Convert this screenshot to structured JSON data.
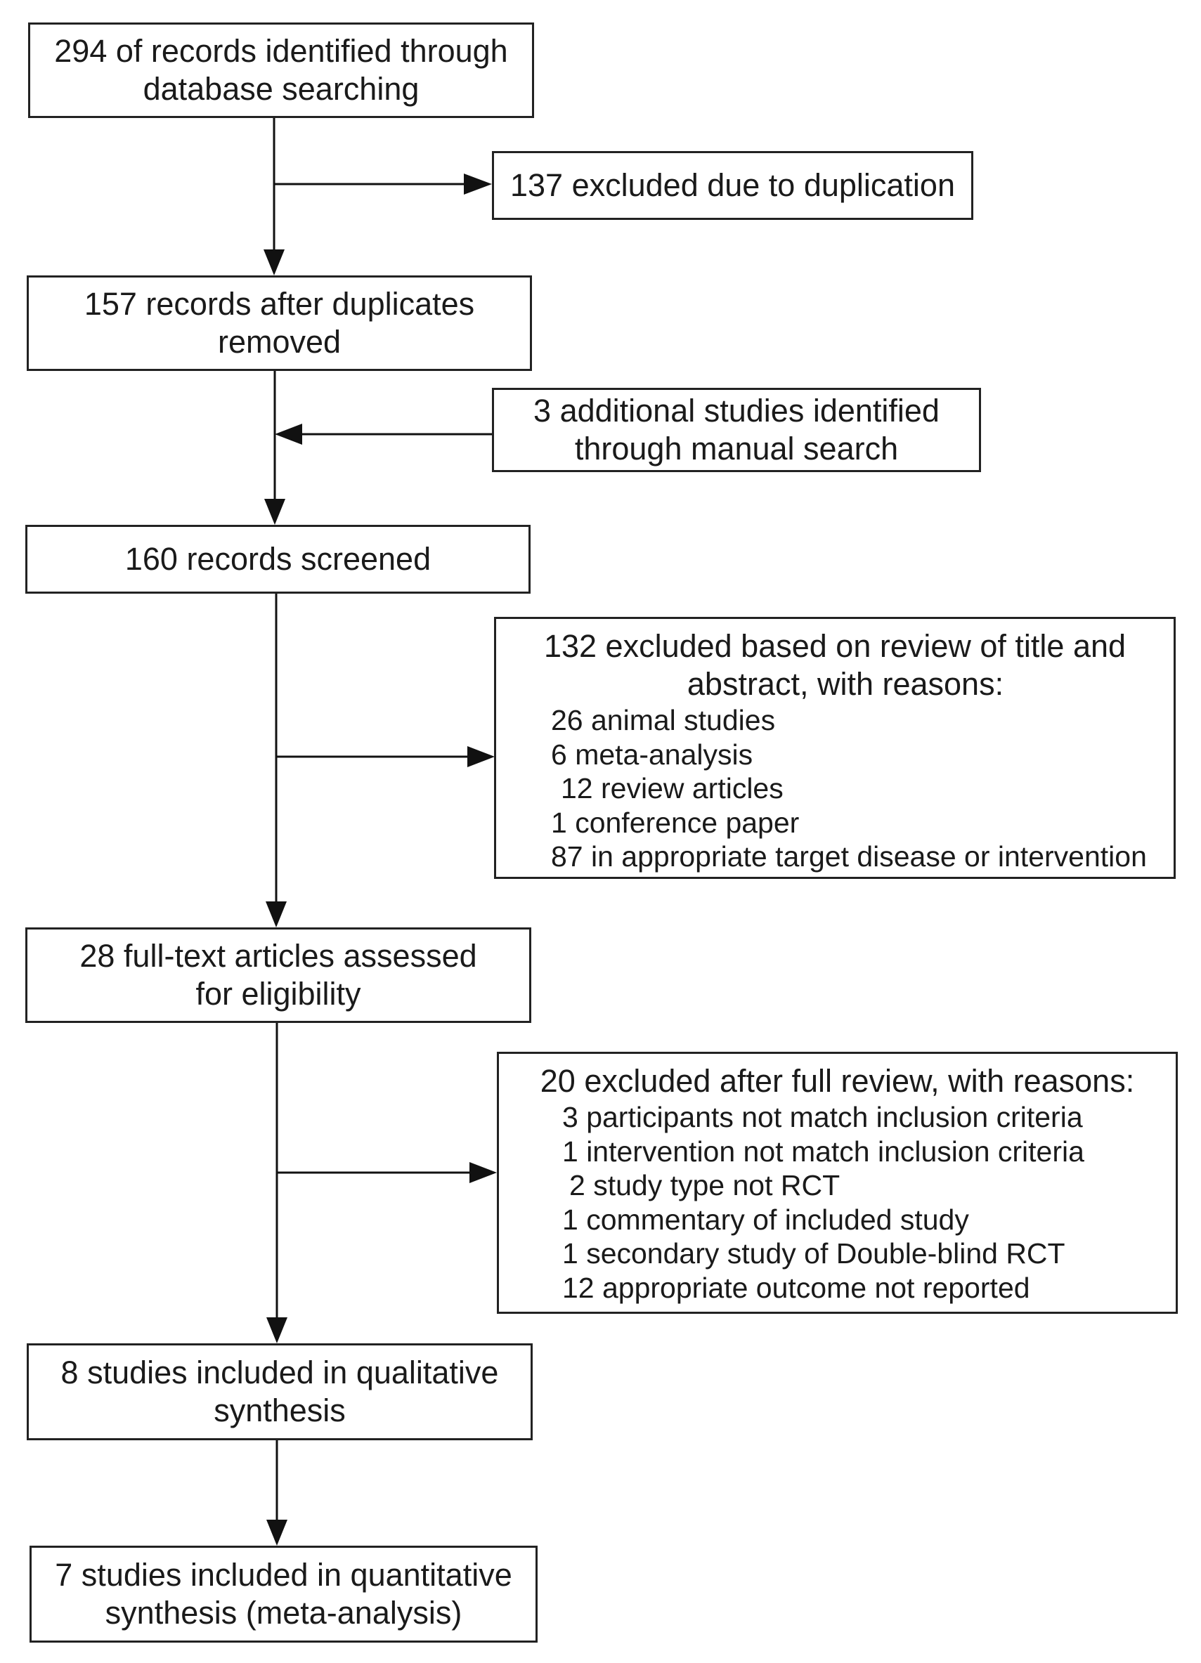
{
  "flowchart": {
    "identified": {
      "lines": [
        "294 of records identified through",
        "database searching"
      ]
    },
    "duplicates_excluded": {
      "lines": [
        "137 excluded due to duplication"
      ]
    },
    "after_duplicates": {
      "lines": [
        "157  records after duplicates",
        "removed"
      ]
    },
    "manual_search": {
      "lines": [
        "3 additional studies identified",
        "through manual search"
      ]
    },
    "screened": {
      "lines": [
        "160  records screened"
      ]
    },
    "title_abstract_excluded": {
      "heading": [
        "132  excluded based on review of title and",
        "abstract, with reasons:"
      ],
      "reasons": [
        "26 animal studies",
        "6 meta-analysis",
        "12 review articles",
        "1 conference paper",
        "87 in appropriate target disease or intervention"
      ]
    },
    "fulltext_assessed": {
      "lines": [
        "28 full-text articles assessed",
        "for eligibility"
      ]
    },
    "fulltext_excluded": {
      "heading": [
        "20  excluded after full review, with reasons:"
      ],
      "reasons": [
        "3 participants not match inclusion criteria",
        "1 intervention not match inclusion criteria",
        "2 study type not RCT",
        "1 commentary of included study",
        "1 secondary study of Double-blind RCT",
        "12 appropriate outcome not reported"
      ]
    },
    "qualitative": {
      "lines": [
        "8 studies included in qualitative",
        "synthesis"
      ]
    },
    "quantitative": {
      "lines": [
        "7 studies included in quantitative",
        "synthesis (meta-analysis)"
      ]
    }
  }
}
